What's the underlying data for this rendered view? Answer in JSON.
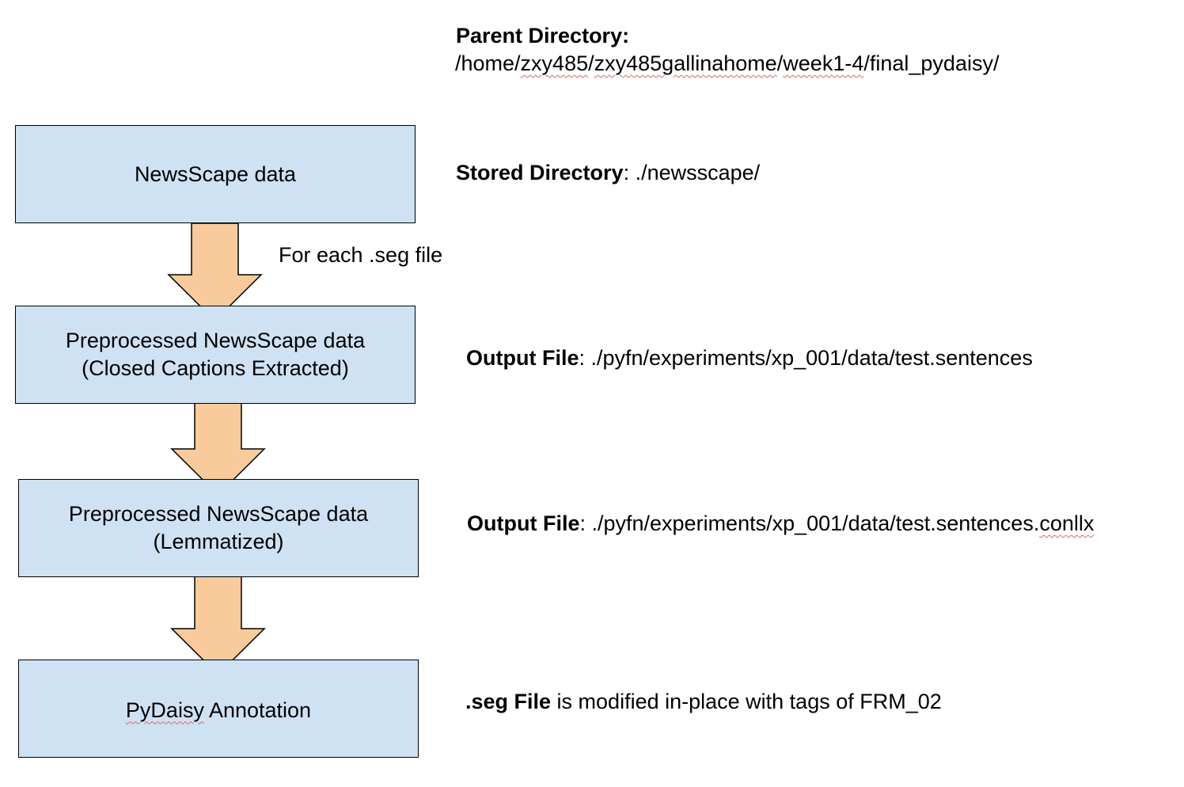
{
  "parent": {
    "label": "Parent Directory:",
    "path_prefix": "/home/",
    "path_user": "zxy485",
    "path_sep1": "/",
    "path_home": "zxy485gallinahome",
    "path_sep2": "/",
    "path_week": "week1-4",
    "path_suffix": "/final_pydaisy/"
  },
  "nodes": [
    {
      "lines": [
        "NewsScape data"
      ]
    },
    {
      "lines": [
        "Preprocessed NewsScape data",
        "(Closed Captions Extracted)"
      ]
    },
    {
      "lines": [
        "Preprocessed NewsScape data",
        "(Lemmatized)"
      ]
    },
    {
      "lines_prefix": "PyDaisy",
      "lines_suffix": " Annotation"
    }
  ],
  "edge_label": "For each .seg file",
  "notes": [
    {
      "label": "Stored Directory",
      "value": ": ./newsscape/"
    },
    {
      "label": "Output File",
      "value": ": ./pyfn/experiments/xp_001/data/test.sentences"
    },
    {
      "label": "Output File",
      "value_prefix": ": ./pyfn/experiments/xp_001/data/test.sentences.",
      "value_squiggle": "conllx"
    },
    {
      "label": ".seg File",
      "value": " is modified in-place with tags of FRM_02"
    }
  ],
  "colors": {
    "box_fill": "#cfe2f3",
    "arrow_fill": "#f9cb9c",
    "stroke": "#000000",
    "spellcheck": "#e06666"
  }
}
